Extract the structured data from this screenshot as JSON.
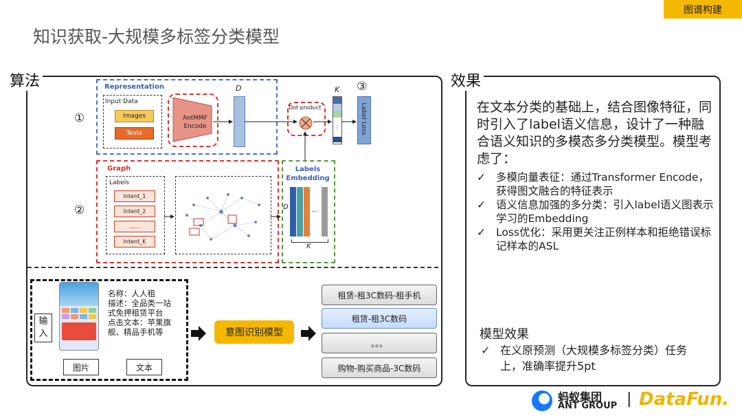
{
  "header": {
    "tag": "图谱构建",
    "title": "知识获取-大规模多标签分类模型"
  },
  "algorithm": {
    "label": "算法",
    "step1": "①",
    "step2": "②",
    "step3": "③",
    "representation": {
      "title": "Representation",
      "input_data": "Input Data",
      "images": "Images",
      "texts": "Texts",
      "encoder": "AntMMF Encode",
      "dim": "D"
    },
    "dot_product": "Dot product",
    "k_label": "K",
    "label_loss": "Label Loss",
    "graph": {
      "title": "Graph",
      "labels": "Labels",
      "intents": [
        "Intent_1",
        "Intent_2",
        "......",
        "Intent_K"
      ]
    },
    "labels_embedding": {
      "title": "Labels Embedding",
      "dim": "D",
      "k": "K",
      "ellipsis": "..."
    },
    "example": {
      "input_label": "输入",
      "product_lines": [
        "名称：人人租",
        "描述：全品类一站",
        "式免押租赁平台",
        "点击文本：苹果旗",
        "舰、精品手机等"
      ],
      "image_label": "图片",
      "text_label": "文本",
      "model": "意图识别模型",
      "results": [
        "租赁-租3C数码-租手机",
        "租赁-租3C数码",
        "。。。",
        "购物-购买商品-3C数码"
      ]
    }
  },
  "effect": {
    "label": "效果",
    "intro": "在文本分类的基础上，结合图像特征，同时引入了label语义信息，设计了一种融合语义知识的多模态多分类模型。模型考虑了：",
    "check": "✓",
    "points": [
      "多模向量表征：通过Transformer Encode，获得图文融合的特征表示",
      "语义信息加强的多分类：引入label语义图表示学习的Embedding",
      "Loss优化：采用更关注正例样本和拒绝错误标记样本的ASL"
    ],
    "model_effect_title": "模型效果",
    "model_effect_points": [
      "在义原预测（大规模多标签分类）任务上，准确率提升5pt"
    ]
  },
  "footer": {
    "ant_cn": "蚂蚁集团",
    "ant_en": "ANT GROUP",
    "sep": "|",
    "datafun": "DataFun."
  }
}
